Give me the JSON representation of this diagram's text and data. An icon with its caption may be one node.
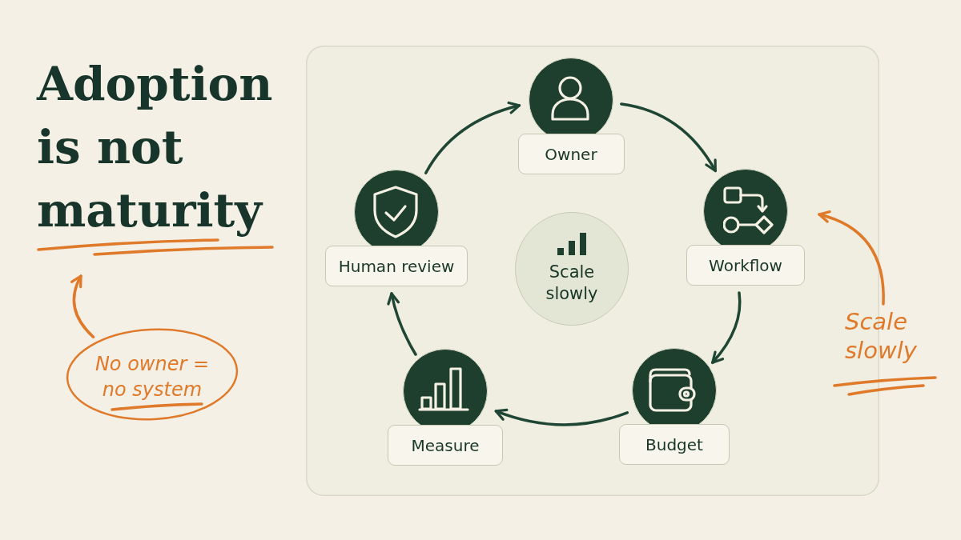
{
  "diagram": {
    "title": "Adoption is not maturity",
    "nodes": [
      {
        "text": [],
        "shape": "box"
      },
      {
        "text": [
          "Owner"
        ],
        "in": 0
      },
      {
        "text": [
          "Human review"
        ],
        "in": 0
      },
      {
        "text": [
          "Workflow"
        ],
        "in": 0
      },
      {
        "text": [
          "Scale slowly"
        ],
        "in": 0
      },
      {
        "text": [
          "Measure"
        ],
        "in": 0
      },
      {
        "text": [
          "Budget"
        ],
        "in": 0
      },
      {
        "text": [
          "No owner = no system"
        ]
      },
      {
        "text": [
          "Scale slowly"
        ]
      }
    ],
    "edges": [
      {
        "from": 1,
        "to": 3,
        "arrow": "to"
      },
      {
        "from": 3,
        "to": 6,
        "arrow": "to"
      },
      {
        "from": 6,
        "to": 5,
        "arrow": "to"
      },
      {
        "from": 5,
        "to": 2,
        "arrow": "to"
      },
      {
        "from": 2,
        "to": 1,
        "arrow": "to"
      },
      {
        "from": 8,
        "to": 3,
        "arrow": "to",
        "color": "#e07a2b"
      },
      {
        "from": 7,
        "to": null,
        "arrow": "to",
        "color": "#e07a2b"
      }
    ]
  }
}
